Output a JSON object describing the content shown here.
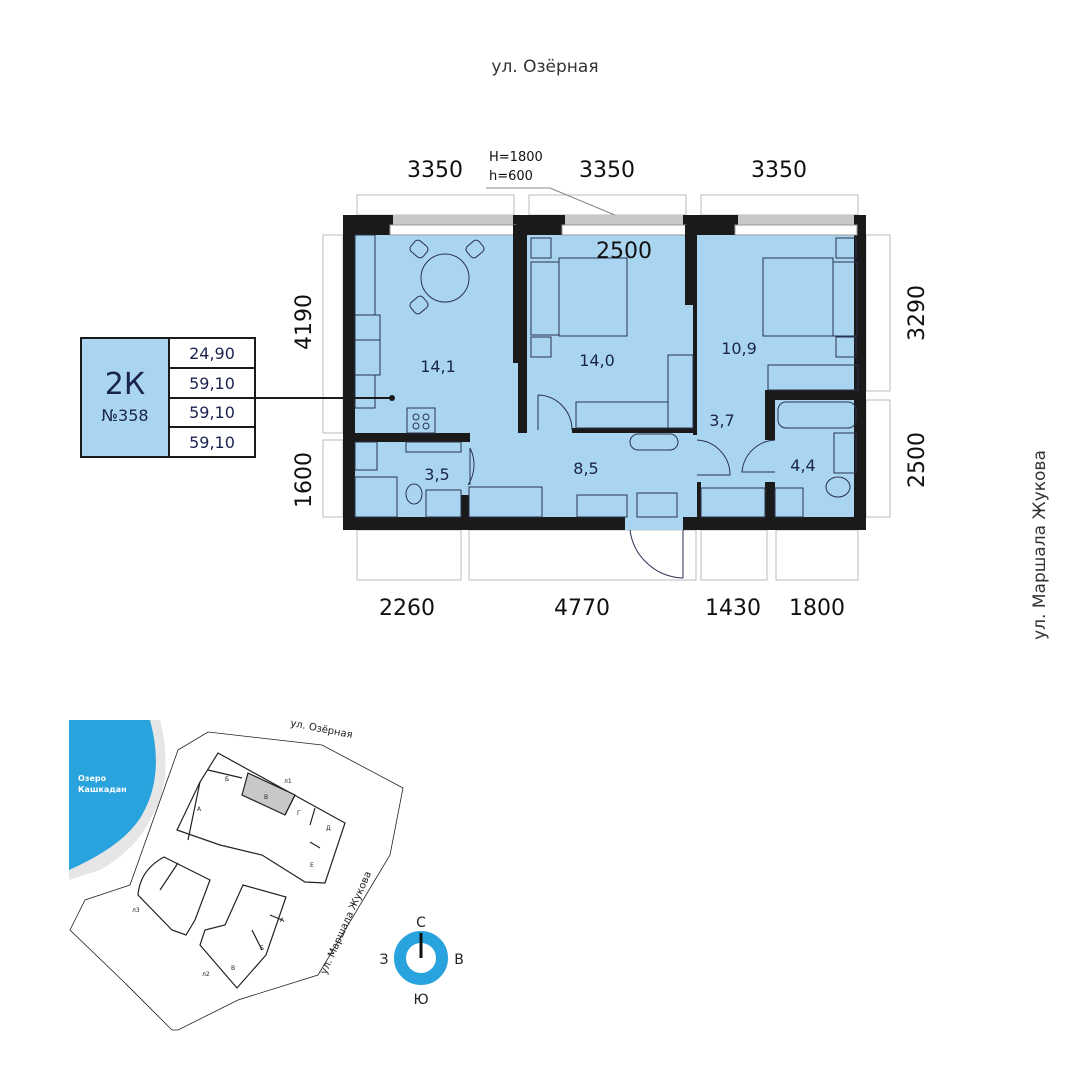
{
  "streets": {
    "top": "ул. Озёрная",
    "right": "ул. Маршала Жукова"
  },
  "apartment": {
    "type": "2К",
    "number": "№358",
    "areas": [
      "24,90",
      "59,10",
      "59,10",
      "59,10"
    ]
  },
  "window_note": {
    "H": "H=1800",
    "h": "h=600"
  },
  "dimensions": {
    "top": [
      "3350",
      "3350",
      "3350"
    ],
    "inner_top": "2500",
    "left": [
      "4190",
      "1600"
    ],
    "right": [
      "3290",
      "2500"
    ],
    "bottom": [
      "2260",
      "4770",
      "1430",
      "1800"
    ]
  },
  "rooms": {
    "kitchen": "14,1",
    "bedroom1": "14,0",
    "bedroom2": "10,9",
    "bathroom1": "3,5",
    "hall": "8,5",
    "closet": "3,7",
    "bathroom2": "4,4"
  },
  "site_map": {
    "lake": [
      "Озеро",
      "Кашкадан"
    ],
    "street_top": "ул. Озёрная",
    "street_right": "ул. Маршала Жукова",
    "buildings": [
      "л1",
      "л2",
      "л3"
    ],
    "sections_l1": [
      "Б",
      "В",
      "Г",
      "Д",
      "Е",
      "А"
    ],
    "sections_l2": [
      "А",
      "Б",
      "В"
    ]
  },
  "compass": {
    "north": "С",
    "south": "Ю",
    "west": "З",
    "east": "В"
  },
  "colors": {
    "room_fill": "#a9d5f0",
    "wall": "#1a1a1a",
    "accent": "#29a3de",
    "highlight": "#c8c8c8"
  }
}
